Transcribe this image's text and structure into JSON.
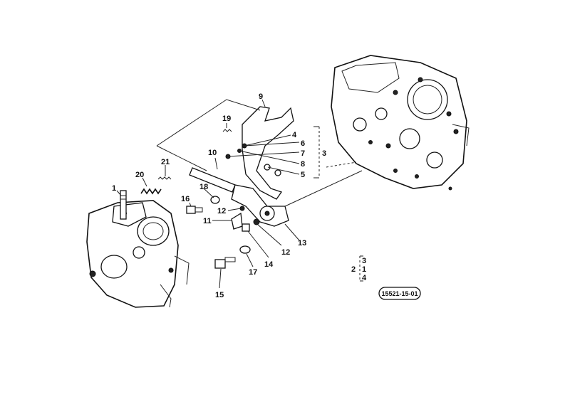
{
  "diagram": {
    "callouts": {
      "c1": "1",
      "c2": "2",
      "c3": "3",
      "c4": "4",
      "c5": "5",
      "c6": "6",
      "c7": "7",
      "c8": "8",
      "c9": "9",
      "c10": "10",
      "c11": "11",
      "c12a": "12",
      "c12b": "12",
      "c13": "13",
      "c14": "14",
      "c15": "15",
      "c16": "16",
      "c17": "17",
      "c18": "18",
      "c19": "19",
      "c20": "20",
      "c21": "21"
    },
    "legend": {
      "l2": "2",
      "l3": "3",
      "l1": "1",
      "l4": "4"
    },
    "reference_code": "15521-15-01"
  }
}
